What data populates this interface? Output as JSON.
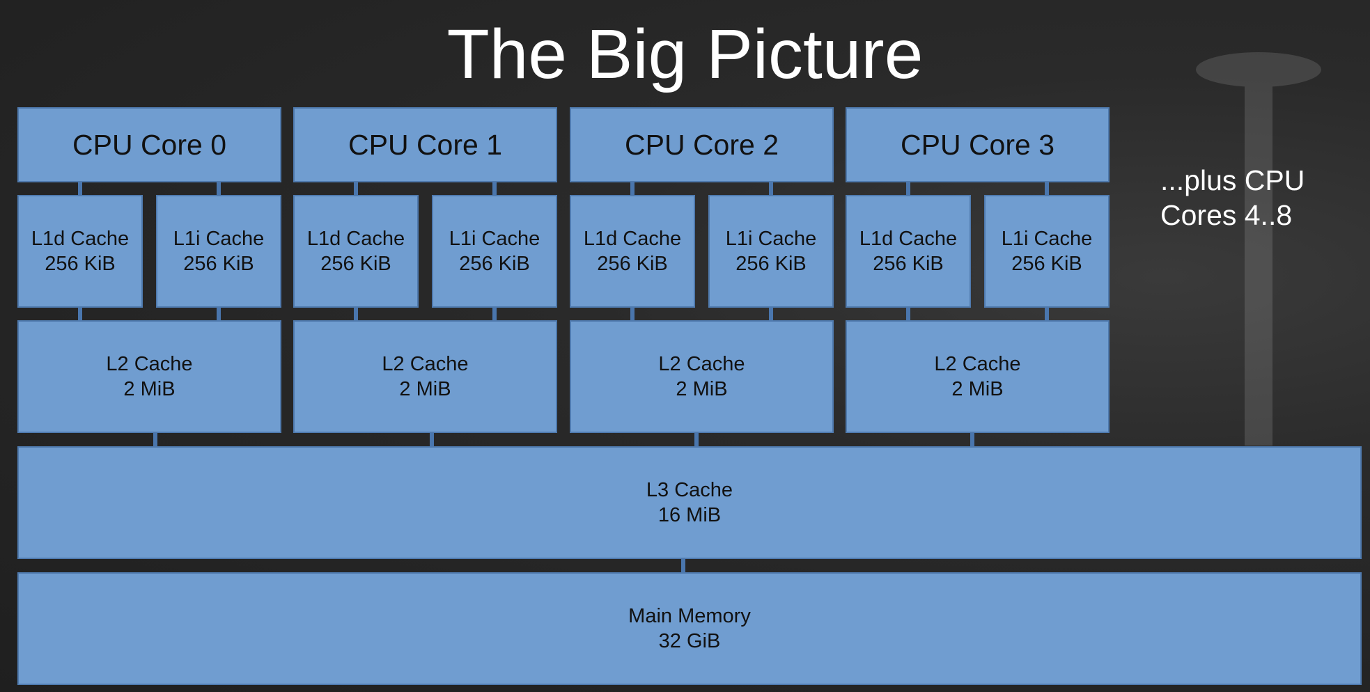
{
  "title": "The Big Picture",
  "side_note": {
    "line1": "...plus CPU",
    "line2": "Cores 4..8"
  },
  "cores": [
    {
      "name": "CPU Core 0",
      "l1d": {
        "label": "L1d Cache",
        "size": "256 KiB"
      },
      "l1i": {
        "label": "L1i Cache",
        "size": "256 KiB"
      },
      "l2": {
        "label": "L2 Cache",
        "size": "2 MiB"
      }
    },
    {
      "name": "CPU Core 1",
      "l1d": {
        "label": "L1d Cache",
        "size": "256 KiB"
      },
      "l1i": {
        "label": "L1i Cache",
        "size": "256 KiB"
      },
      "l2": {
        "label": "L2 Cache",
        "size": "2 MiB"
      }
    },
    {
      "name": "CPU Core 2",
      "l1d": {
        "label": "L1d Cache",
        "size": "256 KiB"
      },
      "l1i": {
        "label": "L1i Cache",
        "size": "256 KiB"
      },
      "l2": {
        "label": "L2 Cache",
        "size": "2 MiB"
      }
    },
    {
      "name": "CPU Core 3",
      "l1d": {
        "label": "L1d Cache",
        "size": "256 KiB"
      },
      "l1i": {
        "label": "L1i Cache",
        "size": "256 KiB"
      },
      "l2": {
        "label": "L2 Cache",
        "size": "2 MiB"
      }
    }
  ],
  "l3": {
    "label": "L3 Cache",
    "size": "16 MiB"
  },
  "memory": {
    "label": "Main Memory",
    "size": "32 GiB"
  },
  "colors": {
    "box": "#709dd0",
    "border": "#4f7aae",
    "background": "#262626"
  }
}
